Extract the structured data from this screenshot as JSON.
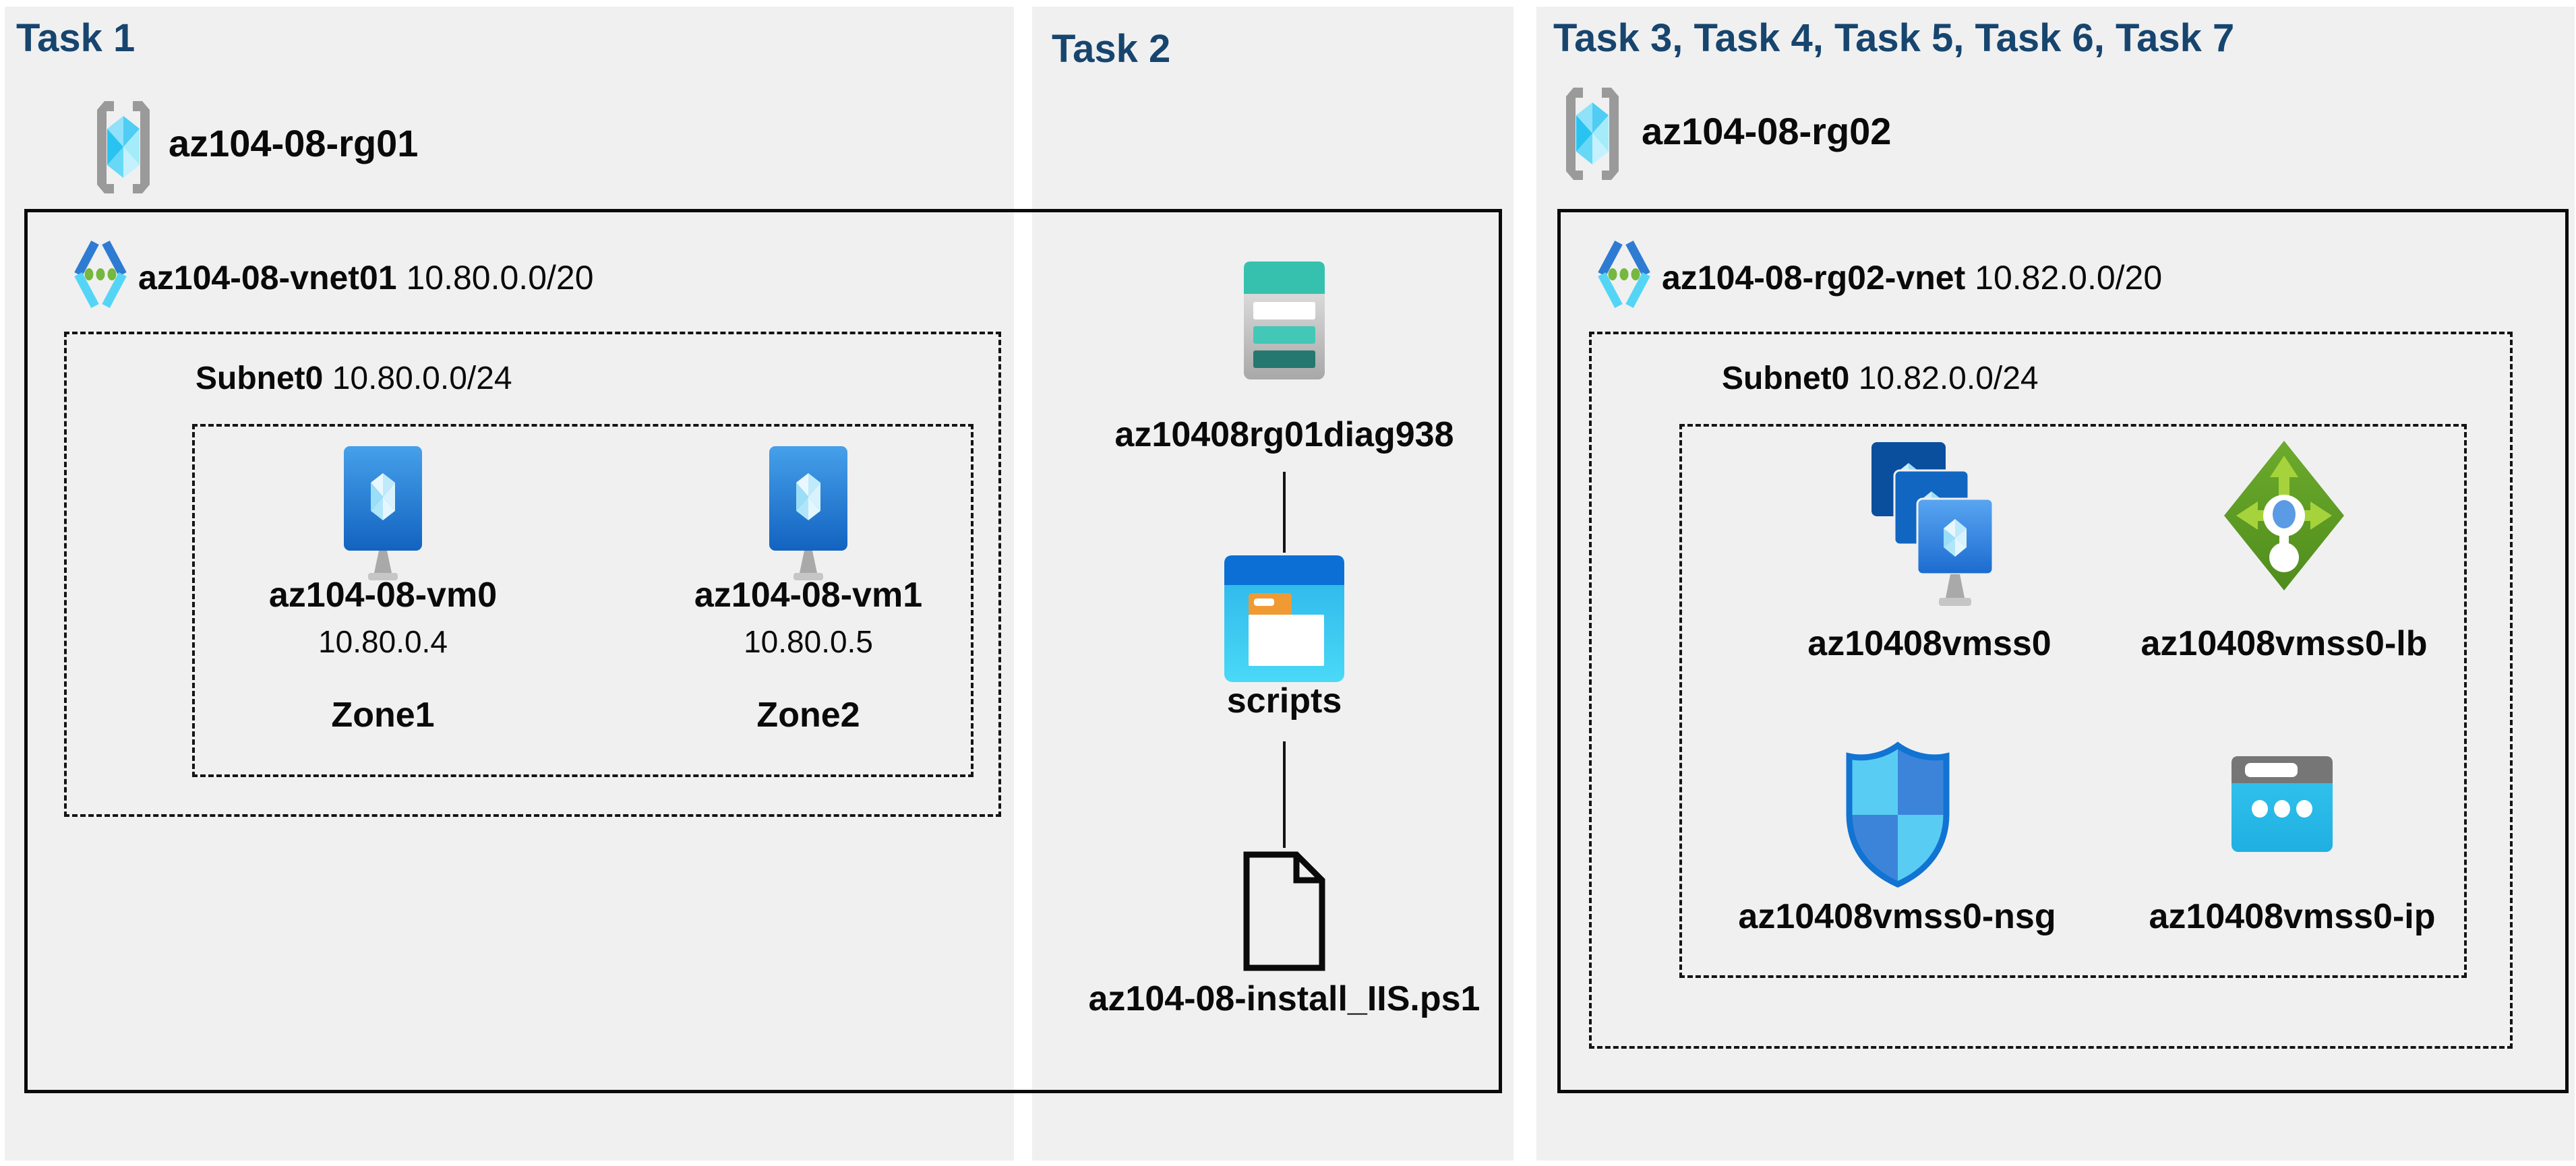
{
  "colors": {
    "canvas_bg": "#ffffff",
    "panel_bg": "#f0f0f1",
    "task_title_text": "#17456e",
    "label_text": "#0a0a0a",
    "box_border": "#0a0a0a",
    "vm_blue": "#1263c0",
    "vnet_chevron_blue": "#2e7bd3",
    "vnet_chevron_cyan": "#55d5f5",
    "vnet_dot_green": "#76b83f",
    "storage_teal": "#35c1ae",
    "storage_teal_dark": "#25786f",
    "folder_header_blue": "#0c6fd6",
    "folder_body_cyan": "#2ab4ea",
    "folder_tab_orange": "#f09a33",
    "lb_green": "#62a222",
    "lb_arrow_green": "#a6d33b",
    "nsg_light_blue": "#59ccf3",
    "nsg_dark_blue": "#3c84da",
    "ip_gray": "#767676",
    "ip_cyan": "#36c6ef"
  },
  "task1": {
    "title": "Task 1",
    "resource_group": {
      "label": "az104-08-rg01",
      "icon": "resource-group-icon"
    },
    "vnet": {
      "name": "az104-08-vnet01",
      "cidr": "10.80.0.0/20",
      "icon": "virtual-network-icon"
    },
    "subnet": {
      "name": "Subnet0",
      "cidr": "10.80.0.0/24"
    },
    "vms": [
      {
        "name": "az104-08-vm0",
        "ip": "10.80.0.4",
        "zone": "Zone1",
        "icon": "virtual-machine-icon"
      },
      {
        "name": "az104-08-vm1",
        "ip": "10.80.0.5",
        "zone": "Zone2",
        "icon": "virtual-machine-icon"
      }
    ]
  },
  "task2": {
    "title": "Task 2",
    "storage_account": {
      "label": "az10408rg01diag938",
      "icon": "storage-account-icon"
    },
    "container": {
      "label": "scripts",
      "icon": "blob-container-icon"
    },
    "script_file": {
      "label": "az104-08-install_IIS.ps1",
      "icon": "file-icon"
    }
  },
  "task3": {
    "title": "Task 3, Task 4, Task 5, Task 6, Task 7",
    "resource_group": {
      "label": "az104-08-rg02",
      "icon": "resource-group-icon"
    },
    "vnet": {
      "name": "az104-08-rg02-vnet",
      "cidr": "10.82.0.0/20",
      "icon": "virtual-network-icon"
    },
    "subnet": {
      "name": "Subnet0",
      "cidr": "10.82.0.0/24"
    },
    "resources": [
      {
        "name": "az10408vmss0",
        "type": "vm-scale-set",
        "icon": "vmss-icon"
      },
      {
        "name": "az10408vmss0-lb",
        "type": "load-balancer",
        "icon": "load-balancer-icon"
      },
      {
        "name": "az10408vmss0-nsg",
        "type": "network-security-group",
        "icon": "nsg-icon"
      },
      {
        "name": "az10408vmss0-ip",
        "type": "public-ip",
        "icon": "public-ip-icon"
      }
    ]
  }
}
